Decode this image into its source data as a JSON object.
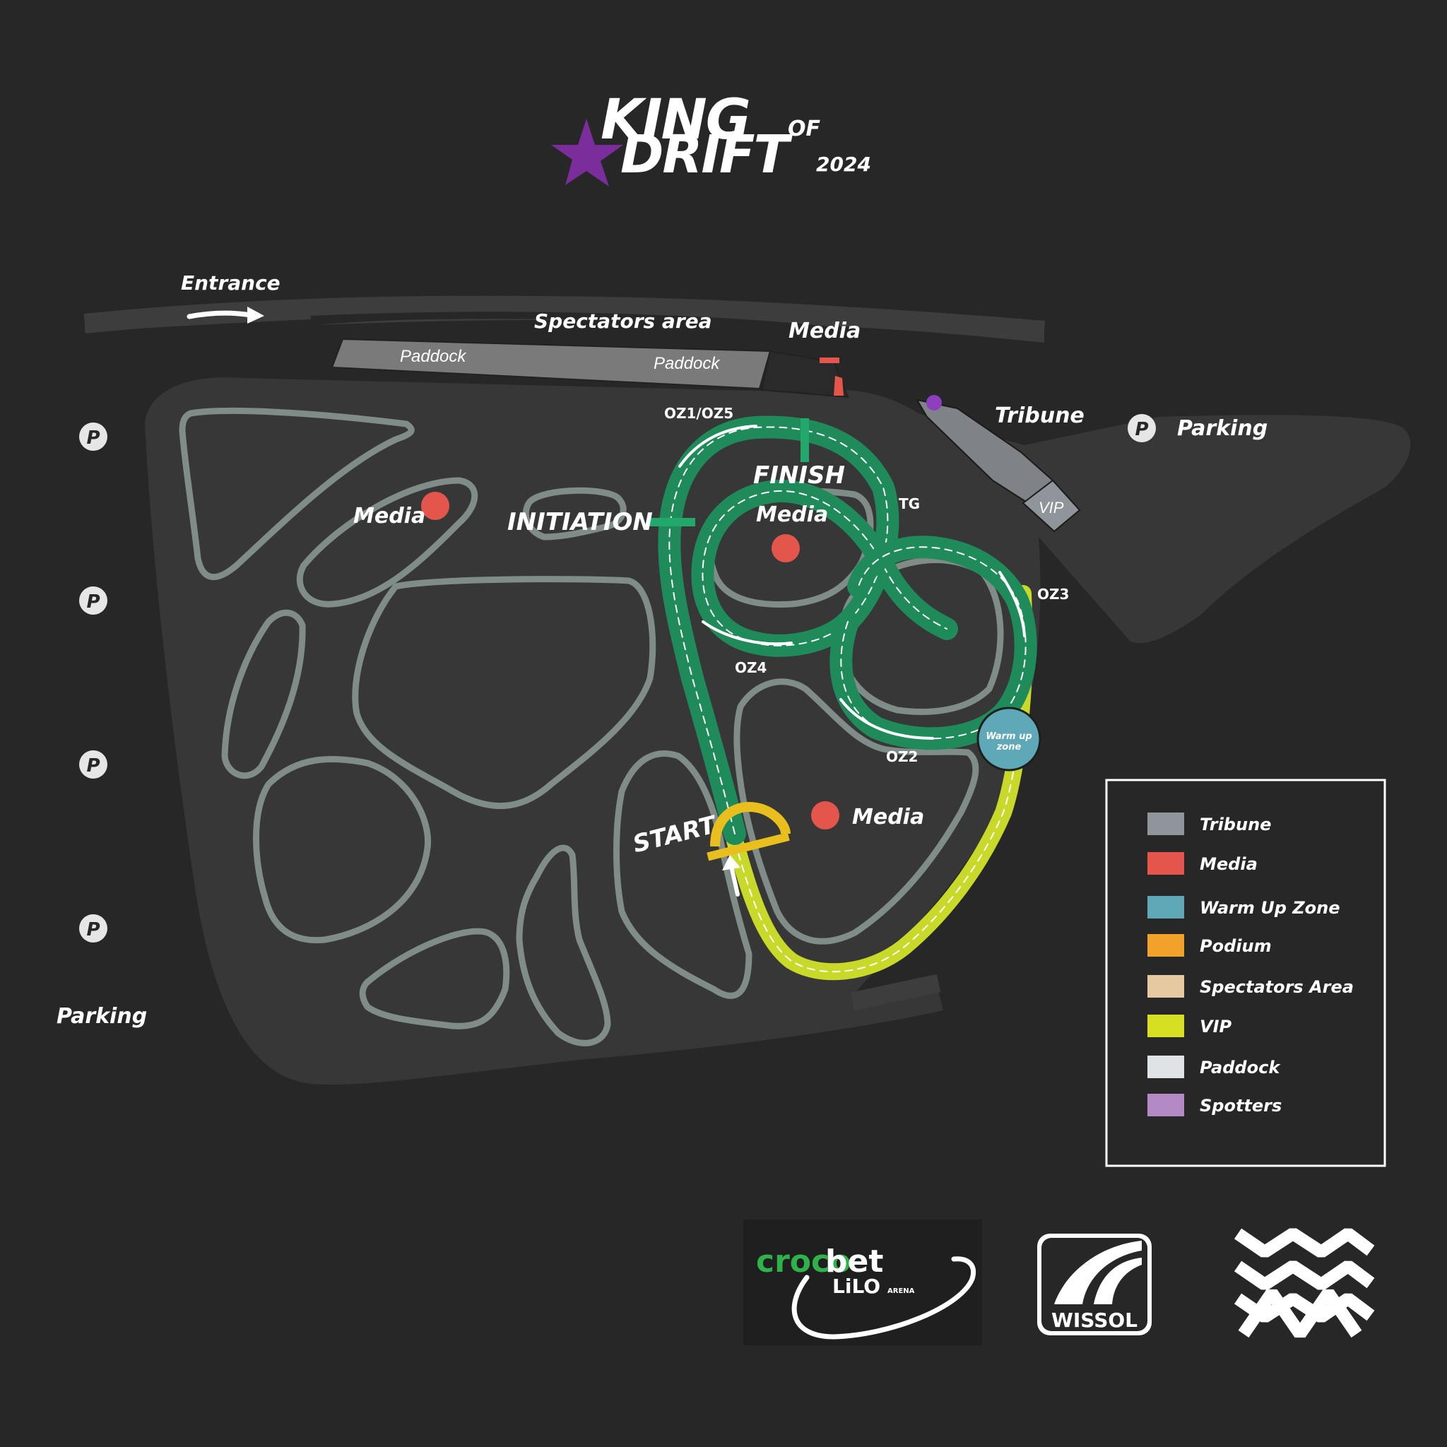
{
  "logo": {
    "king": "KING",
    "of": "OF",
    "drift": "DRIFT",
    "year": "2024"
  },
  "labels": {
    "entrance": "Entrance",
    "spectators_area": "Spectators area",
    "paddock_left": "Paddock",
    "paddock_right": "Paddock",
    "media_top": "Media",
    "tribune": "Tribune",
    "parking_right": "Parking",
    "vip_box": "VIP",
    "oz1_oz5": "OZ1/OZ5",
    "finish": "FINISH",
    "tg": "TG",
    "media_center": "Media",
    "initiation": "INITIATION",
    "media_left": "Media",
    "oz3": "OZ3",
    "oz4": "OZ4",
    "oz2": "OZ2",
    "warmup_line1": "Warm up",
    "warmup_line2": "zone",
    "start": "START",
    "media_bottom": "Media",
    "parking_left": "Parking",
    "parking_icon": "P"
  },
  "legend": {
    "items": [
      {
        "label": "Tribune",
        "color": "#8f959b"
      },
      {
        "label": "Media",
        "color": "#e4564b"
      },
      {
        "label": "Warm Up Zone",
        "color": "#5ea8b8"
      },
      {
        "label": "Podium",
        "color": "#f0a22a"
      },
      {
        "label": "Spectators Area",
        "color": "#e6c9a0"
      },
      {
        "label": "VIP",
        "color": "#d7df23"
      },
      {
        "label": "Paddock",
        "color": "#dfe3e6"
      },
      {
        "label": "Spotters",
        "color": "#b48ac6"
      }
    ]
  },
  "sponsors": {
    "croco": "croco",
    "bet": "bet",
    "lilo": "LiLO",
    "arena": "ARENA",
    "wissol": "WISSOL"
  },
  "colors": {
    "background": "#272727",
    "ground": "#373737",
    "track_outline": "#7f8c88",
    "competition_track": "#1f8a5a",
    "vip_track": "#c8d92a",
    "media_dot": "#e4564b",
    "warmup": "#5ea8b8",
    "spotter": "#8e3fbf",
    "logo_star": "#7b2d9b"
  }
}
